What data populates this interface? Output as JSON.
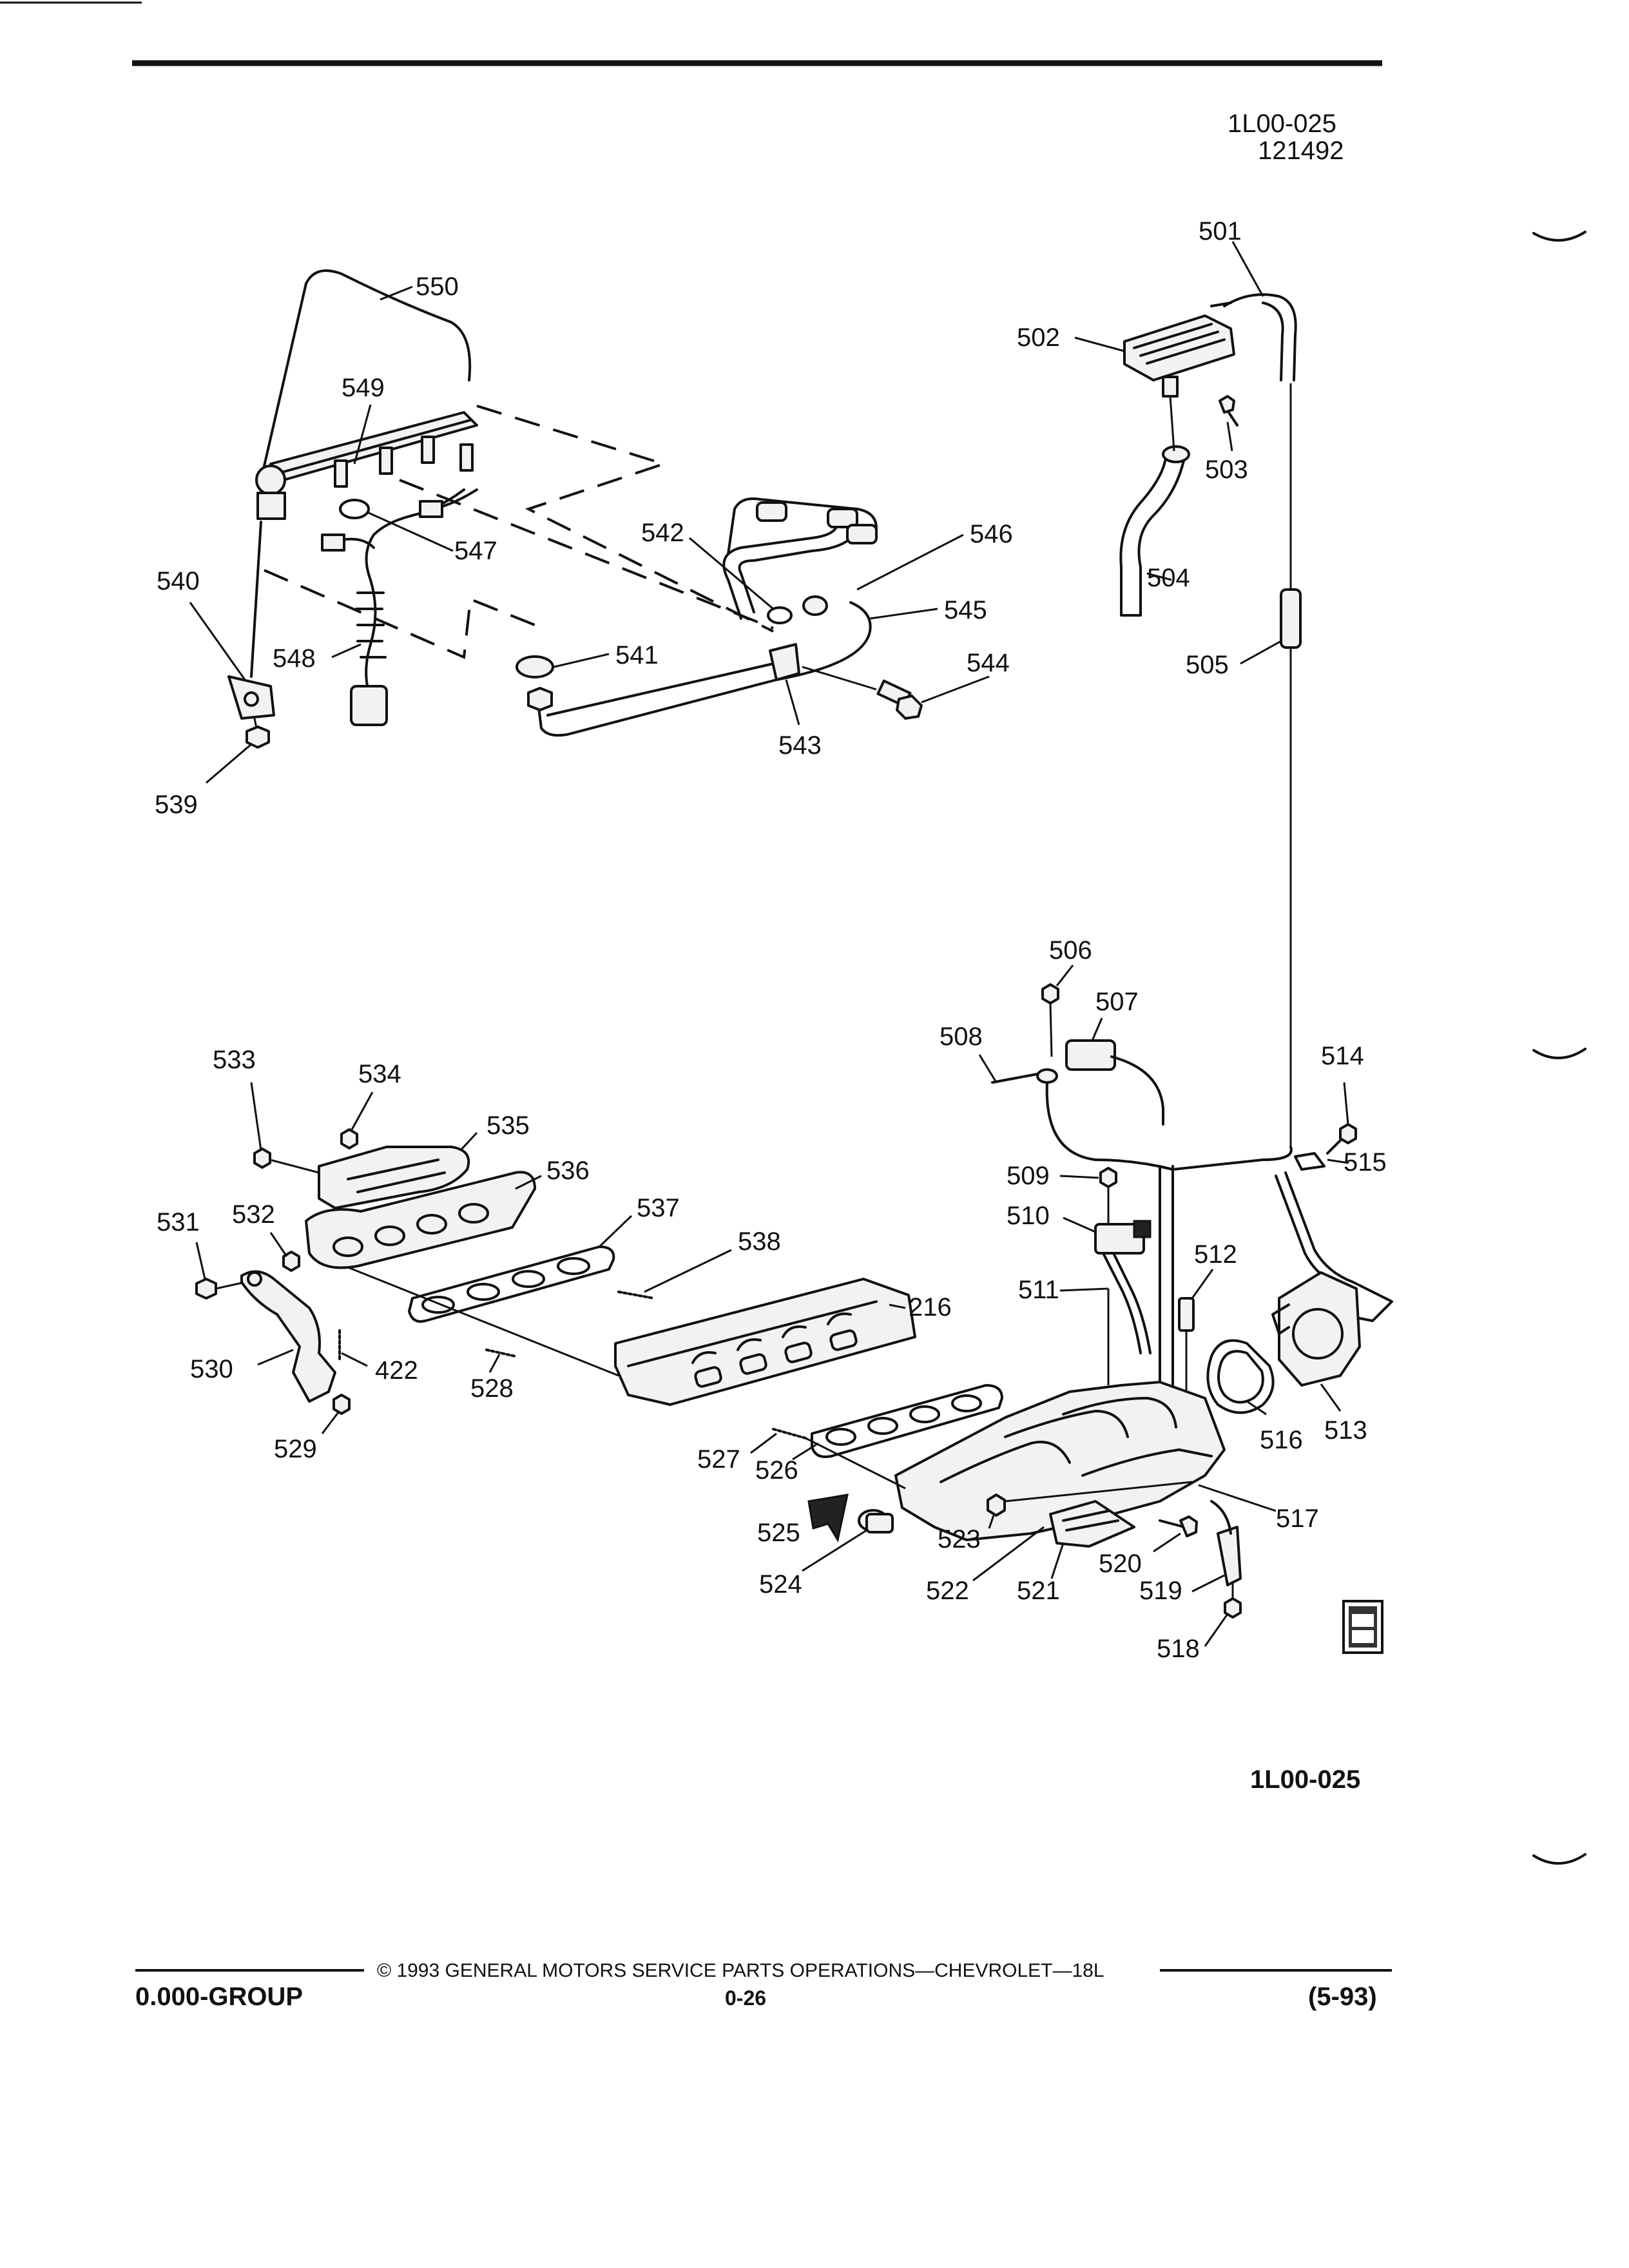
{
  "header": {
    "ref_code": "1L00-025",
    "date_code": "121492"
  },
  "diagram": {
    "reference": "1L00-025",
    "labels": {
      "l216": "216",
      "l422": "422",
      "l501": "501",
      "l502": "502",
      "l503": "503",
      "l504": "504",
      "l505": "505",
      "l506": "506",
      "l507": "507",
      "l508": "508",
      "l509": "509",
      "l510": "510",
      "l511": "511",
      "l512": "512",
      "l513": "513",
      "l514": "514",
      "l515": "515",
      "l516": "516",
      "l517": "517",
      "l518": "518",
      "l519": "519",
      "l520": "520",
      "l521": "521",
      "l522": "522",
      "l523": "523",
      "l524": "524",
      "l525": "525",
      "l526": "526",
      "l527": "527",
      "l528": "528",
      "l529": "529",
      "l530": "530",
      "l531": "531",
      "l532": "532",
      "l533": "533",
      "l534": "534",
      "l535": "535",
      "l536": "536",
      "l537": "537",
      "l538": "538",
      "l539": "539",
      "l540": "540",
      "l541": "541",
      "l542": "542",
      "l543": "543",
      "l544": "544",
      "l545": "545",
      "l546": "546",
      "l547": "547",
      "l548": "548",
      "l549": "549",
      "l550": "550"
    },
    "logo_text": "gm spo"
  },
  "footer": {
    "copyright": "© 1993 GENERAL MOTORS SERVICE PARTS OPERATIONS—CHEVROLET—18L",
    "group": "0.000-GROUP",
    "page": "0-26",
    "revision": "(5-93)"
  }
}
